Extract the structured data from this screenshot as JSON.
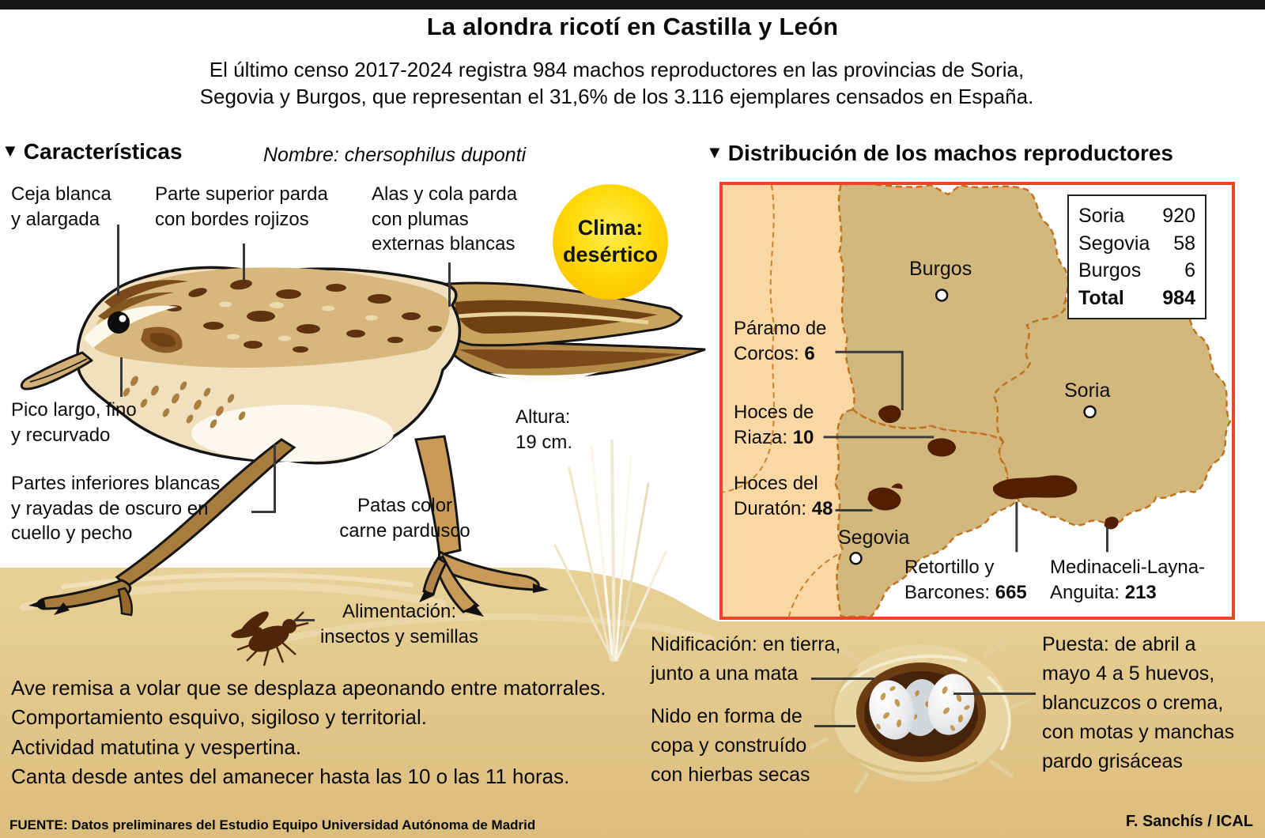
{
  "header": {
    "title": "La alondra ricotí en Castilla y León",
    "subtitle": "El último censo 2017-2024 registra 984 machos reproductores en las provincias de Soria,\nSegovia y Burgos, que representan el 31,6% de los 3.116 ejemplares censados en España."
  },
  "characteristics": {
    "marker": "▼",
    "title": "Características",
    "scientific_name": "Nombre: chersophilus duponti",
    "climate_badge": "Clima:\ndesértico",
    "features": {
      "ceja": "Ceja blanca\ny alargada",
      "parte_superior": "Parte superior parda\ncon bordes rojizos",
      "alas": "Alas y cola parda\ncon plumas\nexternas blancas",
      "pico": "Pico largo, fino\ny recurvado",
      "partes_inferiores": "Partes inferiores blancas\ny rayadas de oscuro en\ncuello y pecho",
      "patas": "Patas color\ncarne pardusco",
      "altura": "Altura:\n19 cm.",
      "alimentacion": "Alimentación:\ninsectos y semillas"
    },
    "behavior": "Ave remisa a volar que se desplaza apeonando entre matorrales.\nComportamiento esquivo, sigiloso y territorial.\nActividad matutina y vespertina.\nCanta desde antes del amanecer hasta las 10 o las 11 horas."
  },
  "distribution": {
    "marker": "▼",
    "title": "Distribución de los machos reproductores",
    "stats": {
      "rows": [
        {
          "name": "Soria",
          "value": "920"
        },
        {
          "name": "Segovia",
          "value": "58"
        },
        {
          "name": "Burgos",
          "value": "6"
        },
        {
          "name": "Total",
          "value": "984"
        }
      ]
    },
    "provinces": [
      {
        "name": "Burgos"
      },
      {
        "name": "Soria"
      },
      {
        "name": "Segovia"
      }
    ],
    "callouts": {
      "corcos": {
        "label": "Páramo de\nCorcos: ",
        "value": "6"
      },
      "riaza": {
        "label": "Hoces de\nRiaza: ",
        "value": "10"
      },
      "duraton": {
        "label": "Hoces del\nDuratón: ",
        "value": "48"
      },
      "retortillo": {
        "label": "Retortillo y\nBarcones: ",
        "value": "665"
      },
      "medinaceli": {
        "label": "Medinaceli-Layna-\nAnguita: ",
        "value": "213"
      }
    },
    "colors": {
      "panel_border": "#ee4423",
      "province_fill": "#d3b87e",
      "outside_fill": "#fbd7a3",
      "population_spot": "#531f03"
    }
  },
  "nesting": {
    "nidificacion": "Nidificación: en tierra,\njunto a una mata",
    "nido": "Nido en forma de\ncopa y construído\ncon hierbas secas",
    "puesta": "Puesta: de abril a\nmayo 4 a 5 huevos,\nblancuzcos o crema,\ncon motas y manchas\npardo grisáceas"
  },
  "footer": {
    "source": "FUENTE: Datos preliminares del Estudio Equipo Universidad Autónoma de Madrid",
    "credit": "F. Sanchís / ICAL"
  }
}
